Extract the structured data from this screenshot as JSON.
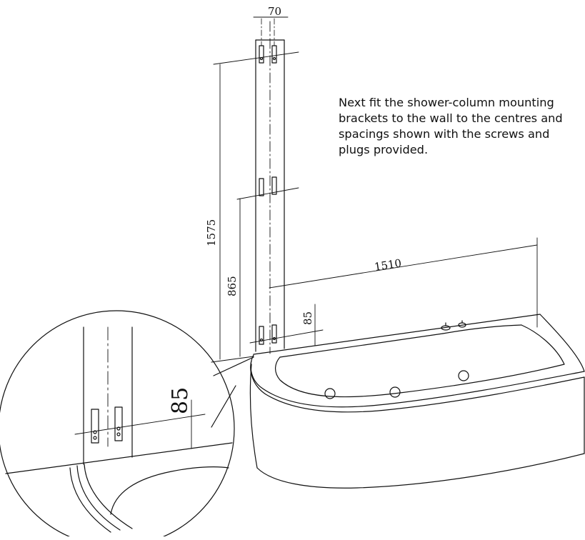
{
  "instruction": {
    "lines": [
      "Next fit the shower-column mounting",
      "brackets to the wall to the centres and",
      "spacings shown with the screws and",
      "plugs provided."
    ]
  },
  "dimensions": {
    "bracket_spacing": "70",
    "total_height": "1575",
    "middle_height": "865",
    "lower_offset": "85",
    "bath_length": "1510",
    "detail_offset": "85"
  }
}
